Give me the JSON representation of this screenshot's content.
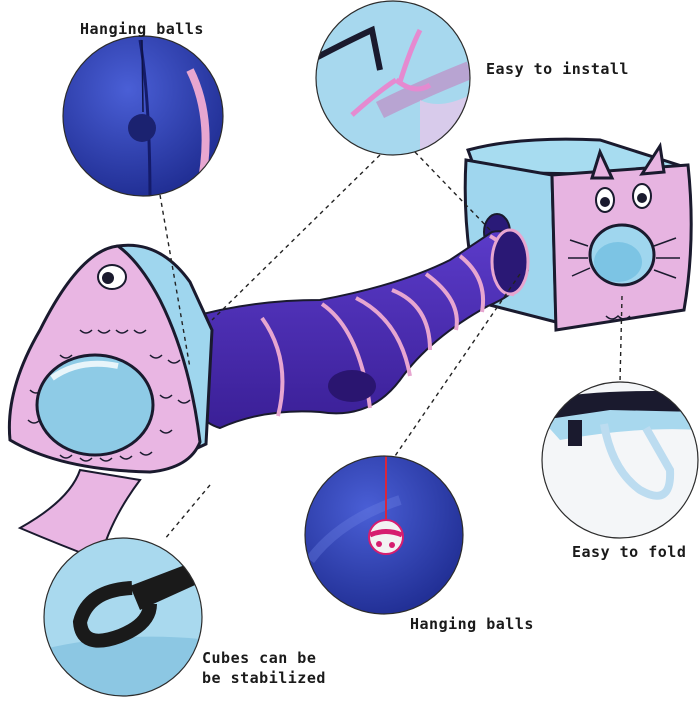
{
  "callouts": {
    "hanging_balls_top": "Hanging balls",
    "easy_to_install": "Easy to install",
    "easy_to_fold": "Easy to fold",
    "hanging_balls_bottom": "Hanging balls",
    "cubes_line1": "Cubes can be",
    "cubes_line2": "be stabilized"
  },
  "colors": {
    "tunnel_purple": "#4a2ab0",
    "tunnel_ring_pink": "#e7a6d0",
    "tent_pink": "#e9b6e3",
    "tent_blue": "#9fd6ee",
    "outline_dark": "#1a1a2e",
    "inset_blue": "#2d3cb4"
  }
}
